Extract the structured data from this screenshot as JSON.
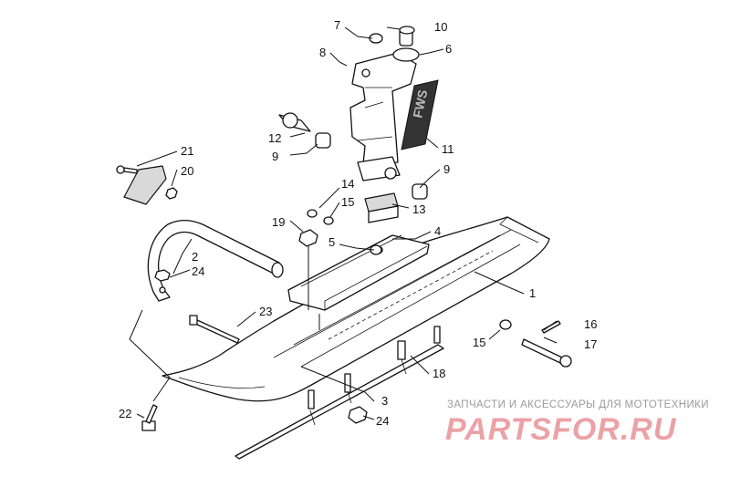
{
  "callouts": [
    {
      "id": "c1",
      "label": "1"
    },
    {
      "id": "c2",
      "label": "2"
    },
    {
      "id": "c3",
      "label": "3"
    },
    {
      "id": "c4",
      "label": "4"
    },
    {
      "id": "c5",
      "label": "5"
    },
    {
      "id": "c6",
      "label": "6"
    },
    {
      "id": "c7",
      "label": "7"
    },
    {
      "id": "c8",
      "label": "8"
    },
    {
      "id": "c9a",
      "label": "9"
    },
    {
      "id": "c9b",
      "label": "9"
    },
    {
      "id": "c10",
      "label": "10"
    },
    {
      "id": "c11",
      "label": "11"
    },
    {
      "id": "c12",
      "label": "12"
    },
    {
      "id": "c13",
      "label": "13"
    },
    {
      "id": "c14",
      "label": "14"
    },
    {
      "id": "c15a",
      "label": "15"
    },
    {
      "id": "c15b",
      "label": "15"
    },
    {
      "id": "c16",
      "label": "16"
    },
    {
      "id": "c17",
      "label": "17"
    },
    {
      "id": "c18",
      "label": "18"
    },
    {
      "id": "c19",
      "label": "19"
    },
    {
      "id": "c20",
      "label": "20"
    },
    {
      "id": "c21",
      "label": "21"
    },
    {
      "id": "c22",
      "label": "22"
    },
    {
      "id": "c23",
      "label": "23"
    },
    {
      "id": "c24a",
      "label": "24"
    },
    {
      "id": "c24b",
      "label": "24"
    }
  ],
  "watermark": {
    "subtitle": "ЗАПЧАСТИ И АКСЕССУАРЫ ДЛЯ МОТОТЕХНИКИ",
    "logo": "PARTSFOR.RU"
  },
  "decal_text": "FWS"
}
